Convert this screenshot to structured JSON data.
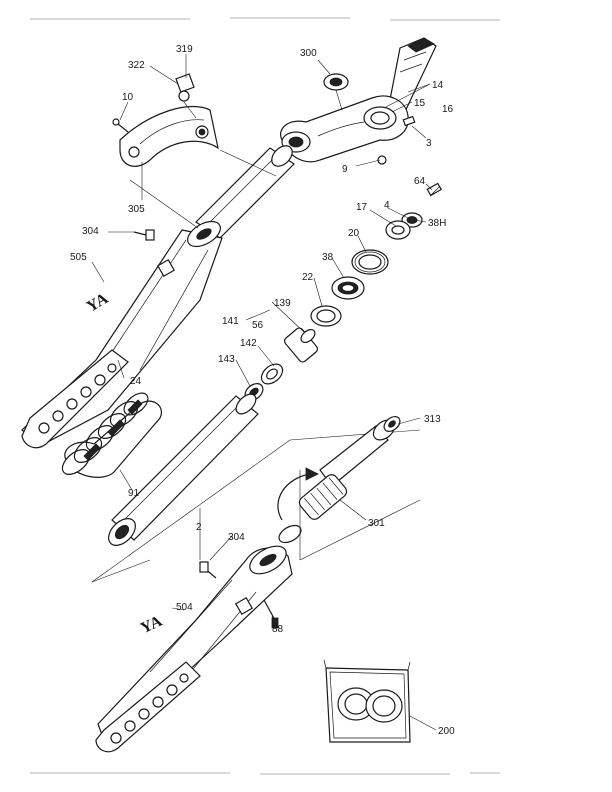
{
  "parts": [
    {
      "id": "p319",
      "label": "319"
    },
    {
      "id": "p322",
      "label": "322"
    },
    {
      "id": "p10",
      "label": "10"
    },
    {
      "id": "p305",
      "label": "305"
    },
    {
      "id": "p304a",
      "label": "304"
    },
    {
      "id": "p505",
      "label": "505"
    },
    {
      "id": "p24",
      "label": "24"
    },
    {
      "id": "p91",
      "label": "91"
    },
    {
      "id": "p300",
      "label": "300"
    },
    {
      "id": "p14",
      "label": "14"
    },
    {
      "id": "p15",
      "label": "15"
    },
    {
      "id": "p16",
      "label": "16"
    },
    {
      "id": "p3",
      "label": "3"
    },
    {
      "id": "p9",
      "label": "9"
    },
    {
      "id": "p64",
      "label": "64"
    },
    {
      "id": "p17",
      "label": "17"
    },
    {
      "id": "p4",
      "label": "4"
    },
    {
      "id": "p38h",
      "label": "38H"
    },
    {
      "id": "p20",
      "label": "20"
    },
    {
      "id": "p38",
      "label": "38"
    },
    {
      "id": "p22",
      "label": "22"
    },
    {
      "id": "p139",
      "label": "139"
    },
    {
      "id": "p141",
      "label": "141"
    },
    {
      "id": "p56",
      "label": "56"
    },
    {
      "id": "p142",
      "label": "142"
    },
    {
      "id": "p143",
      "label": "143"
    },
    {
      "id": "p313",
      "label": "313"
    },
    {
      "id": "p301",
      "label": "301"
    },
    {
      "id": "p2",
      "label": "2"
    },
    {
      "id": "p304b",
      "label": "304"
    },
    {
      "id": "p504",
      "label": "504"
    },
    {
      "id": "p88",
      "label": "88"
    },
    {
      "id": "p200",
      "label": "200"
    }
  ],
  "decals": {
    "upper": "YA",
    "lower": "YA"
  }
}
